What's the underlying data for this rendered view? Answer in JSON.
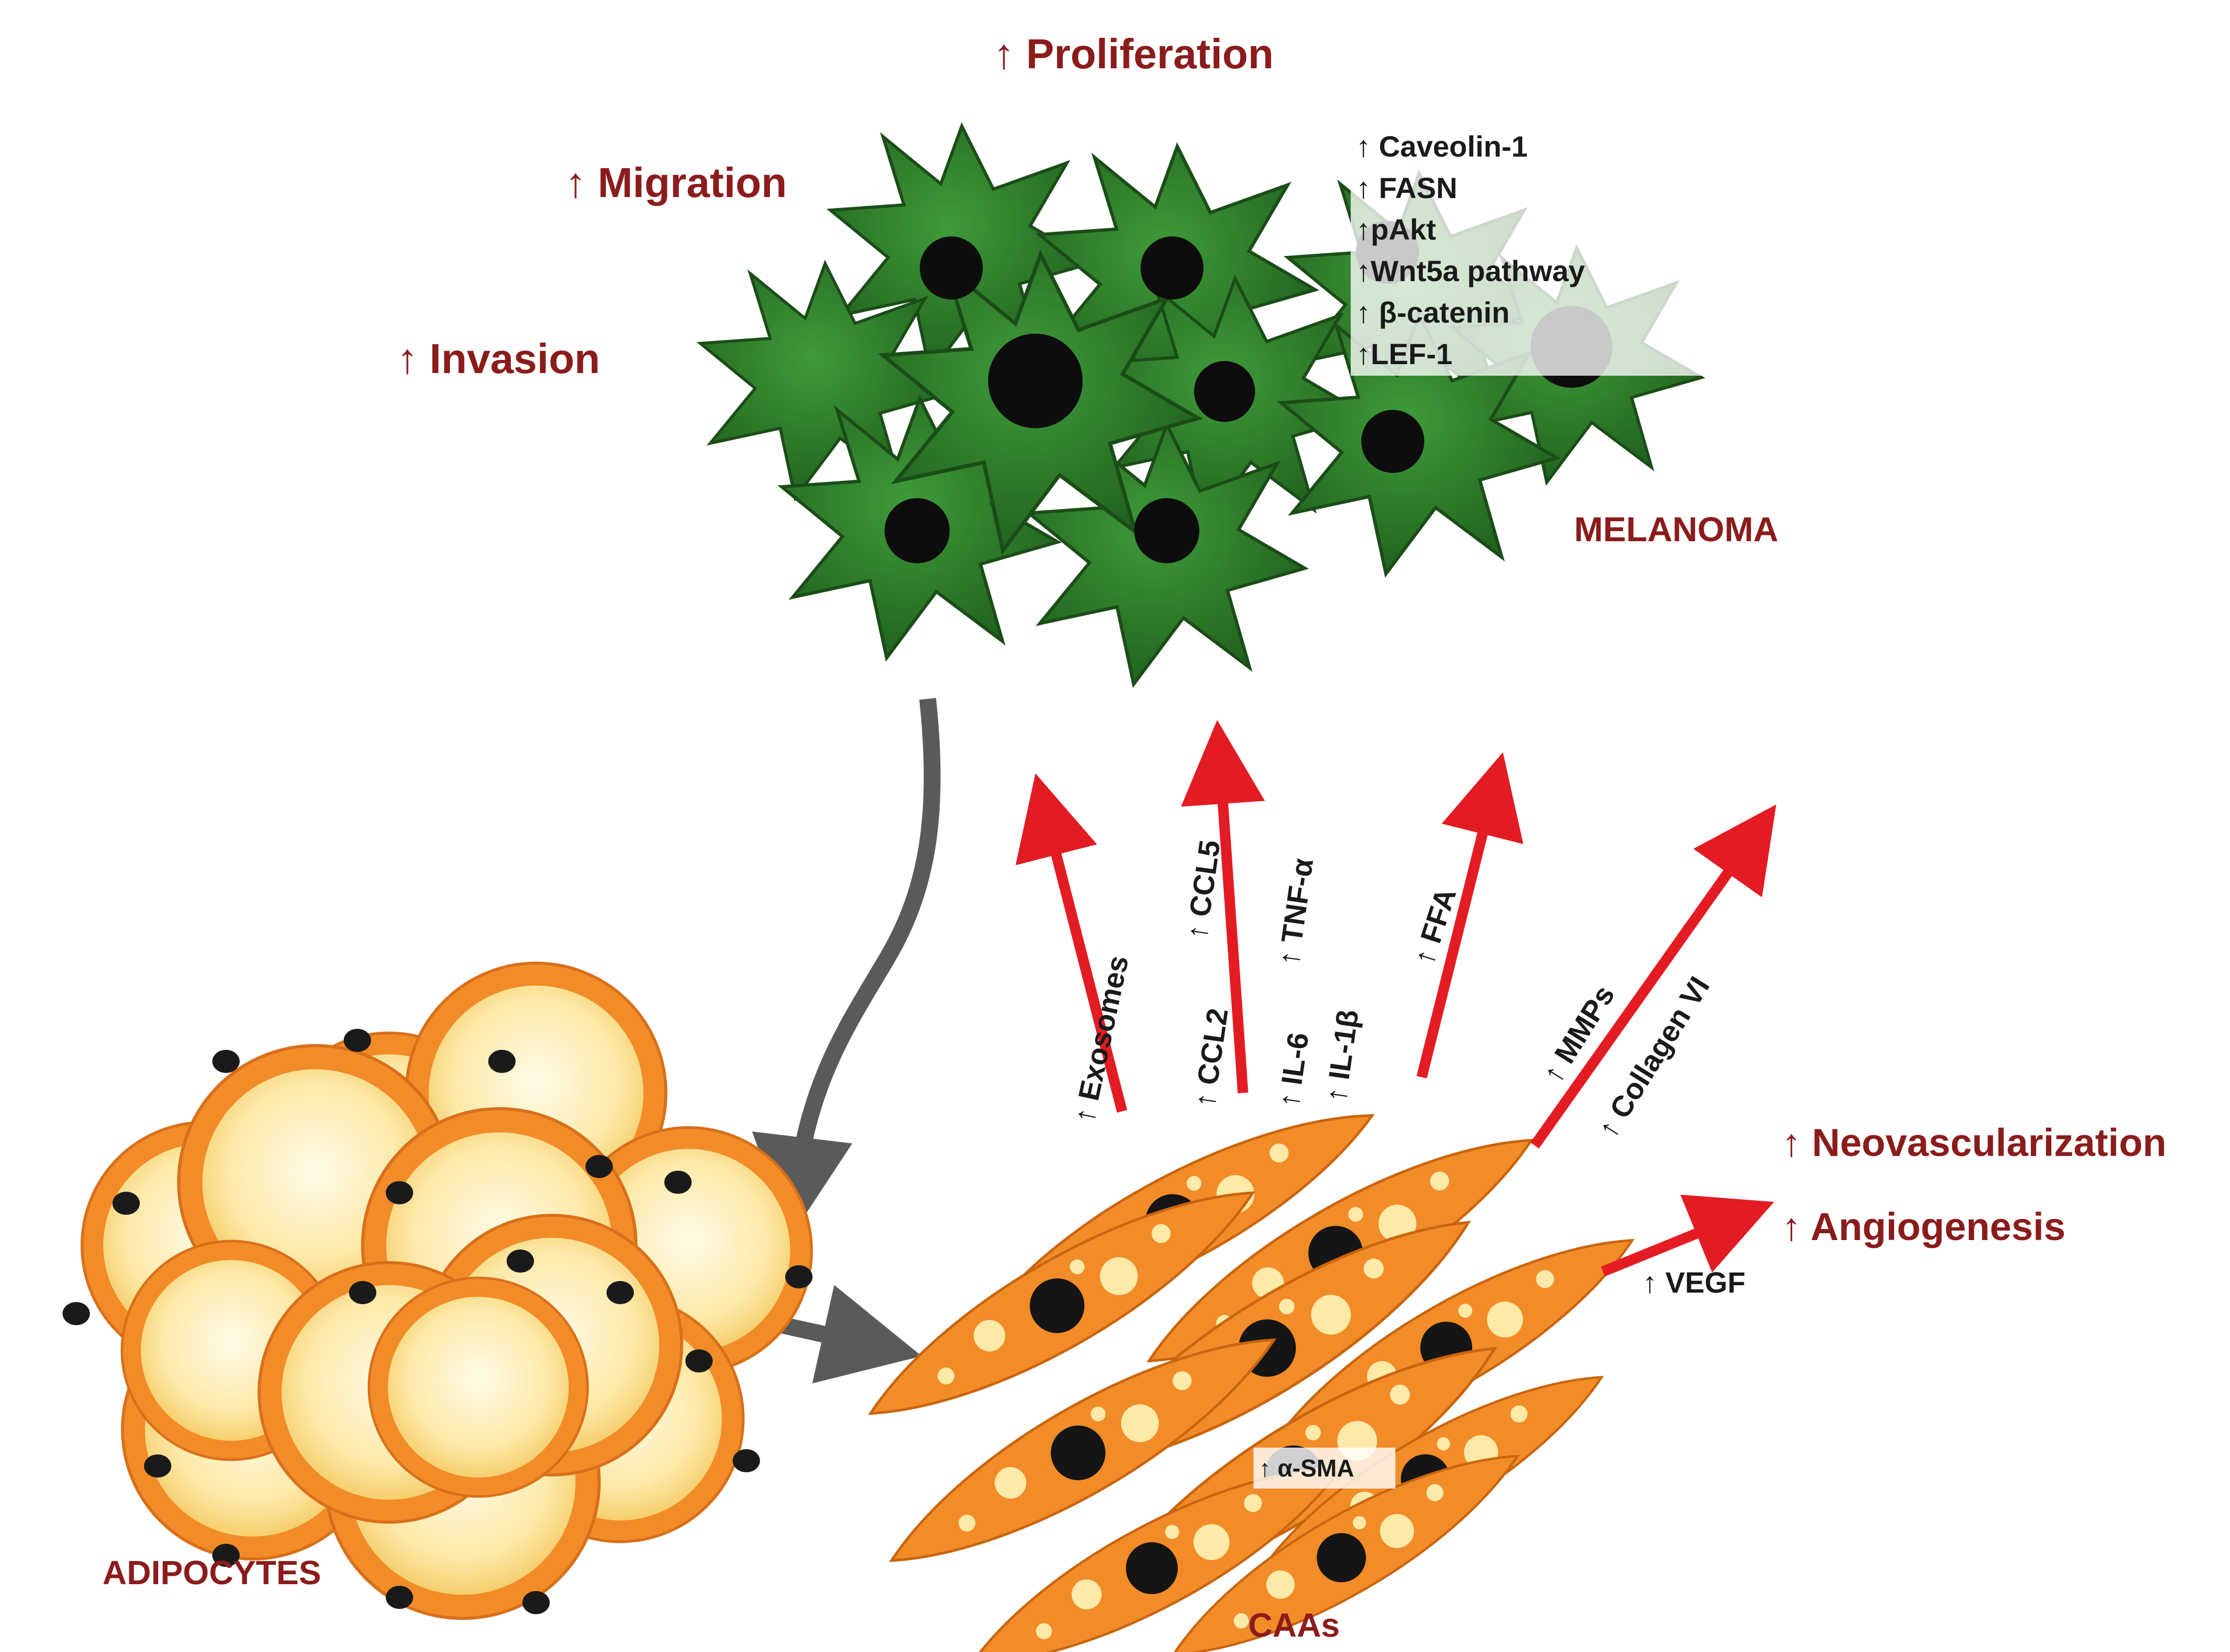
{
  "outcomes_top": {
    "proliferation": "↑ Proliferation",
    "migration": "↑ Migration",
    "invasion": "↑ Invasion"
  },
  "melanoma": {
    "label": "MELANOMA",
    "markers": [
      "↑ Caveolin-1",
      "↑ FASN",
      "↑pAkt",
      "↑Wnt5a pathway",
      "↑ β-catenin",
      "↑LEF-1"
    ]
  },
  "adipocytes": {
    "label": "ADIPOCYTES"
  },
  "caas": {
    "label": "CAAs",
    "marker": "↑ α-SMA"
  },
  "secreted": {
    "exosomes": "↑ Exosomes",
    "ccl5": "↑ CCL5",
    "ccl2": "↑ CCL2",
    "tnfa": "↑ TNF-α",
    "il6": "↑ IL-6",
    "il1b": "↑ IL-1β",
    "ffa": "↑ FFA",
    "mmps": "↑ MMPs",
    "collagen": "↑ Collagen VI",
    "vegf": "↑ VEGF"
  },
  "outcomes_right": {
    "neovascularization": "↑ Neovascularization",
    "angiogenesis": "↑ Angiogenesis"
  },
  "colors": {
    "dark_red": "#8b1c1c",
    "arrow_red": "#e31b23",
    "melanoma_green": "#2e7d32",
    "adipocyte_orange": "#f28c28",
    "adipocyte_yellow": "#fbe3a0",
    "grey_arrow": "#5a5a5a"
  }
}
